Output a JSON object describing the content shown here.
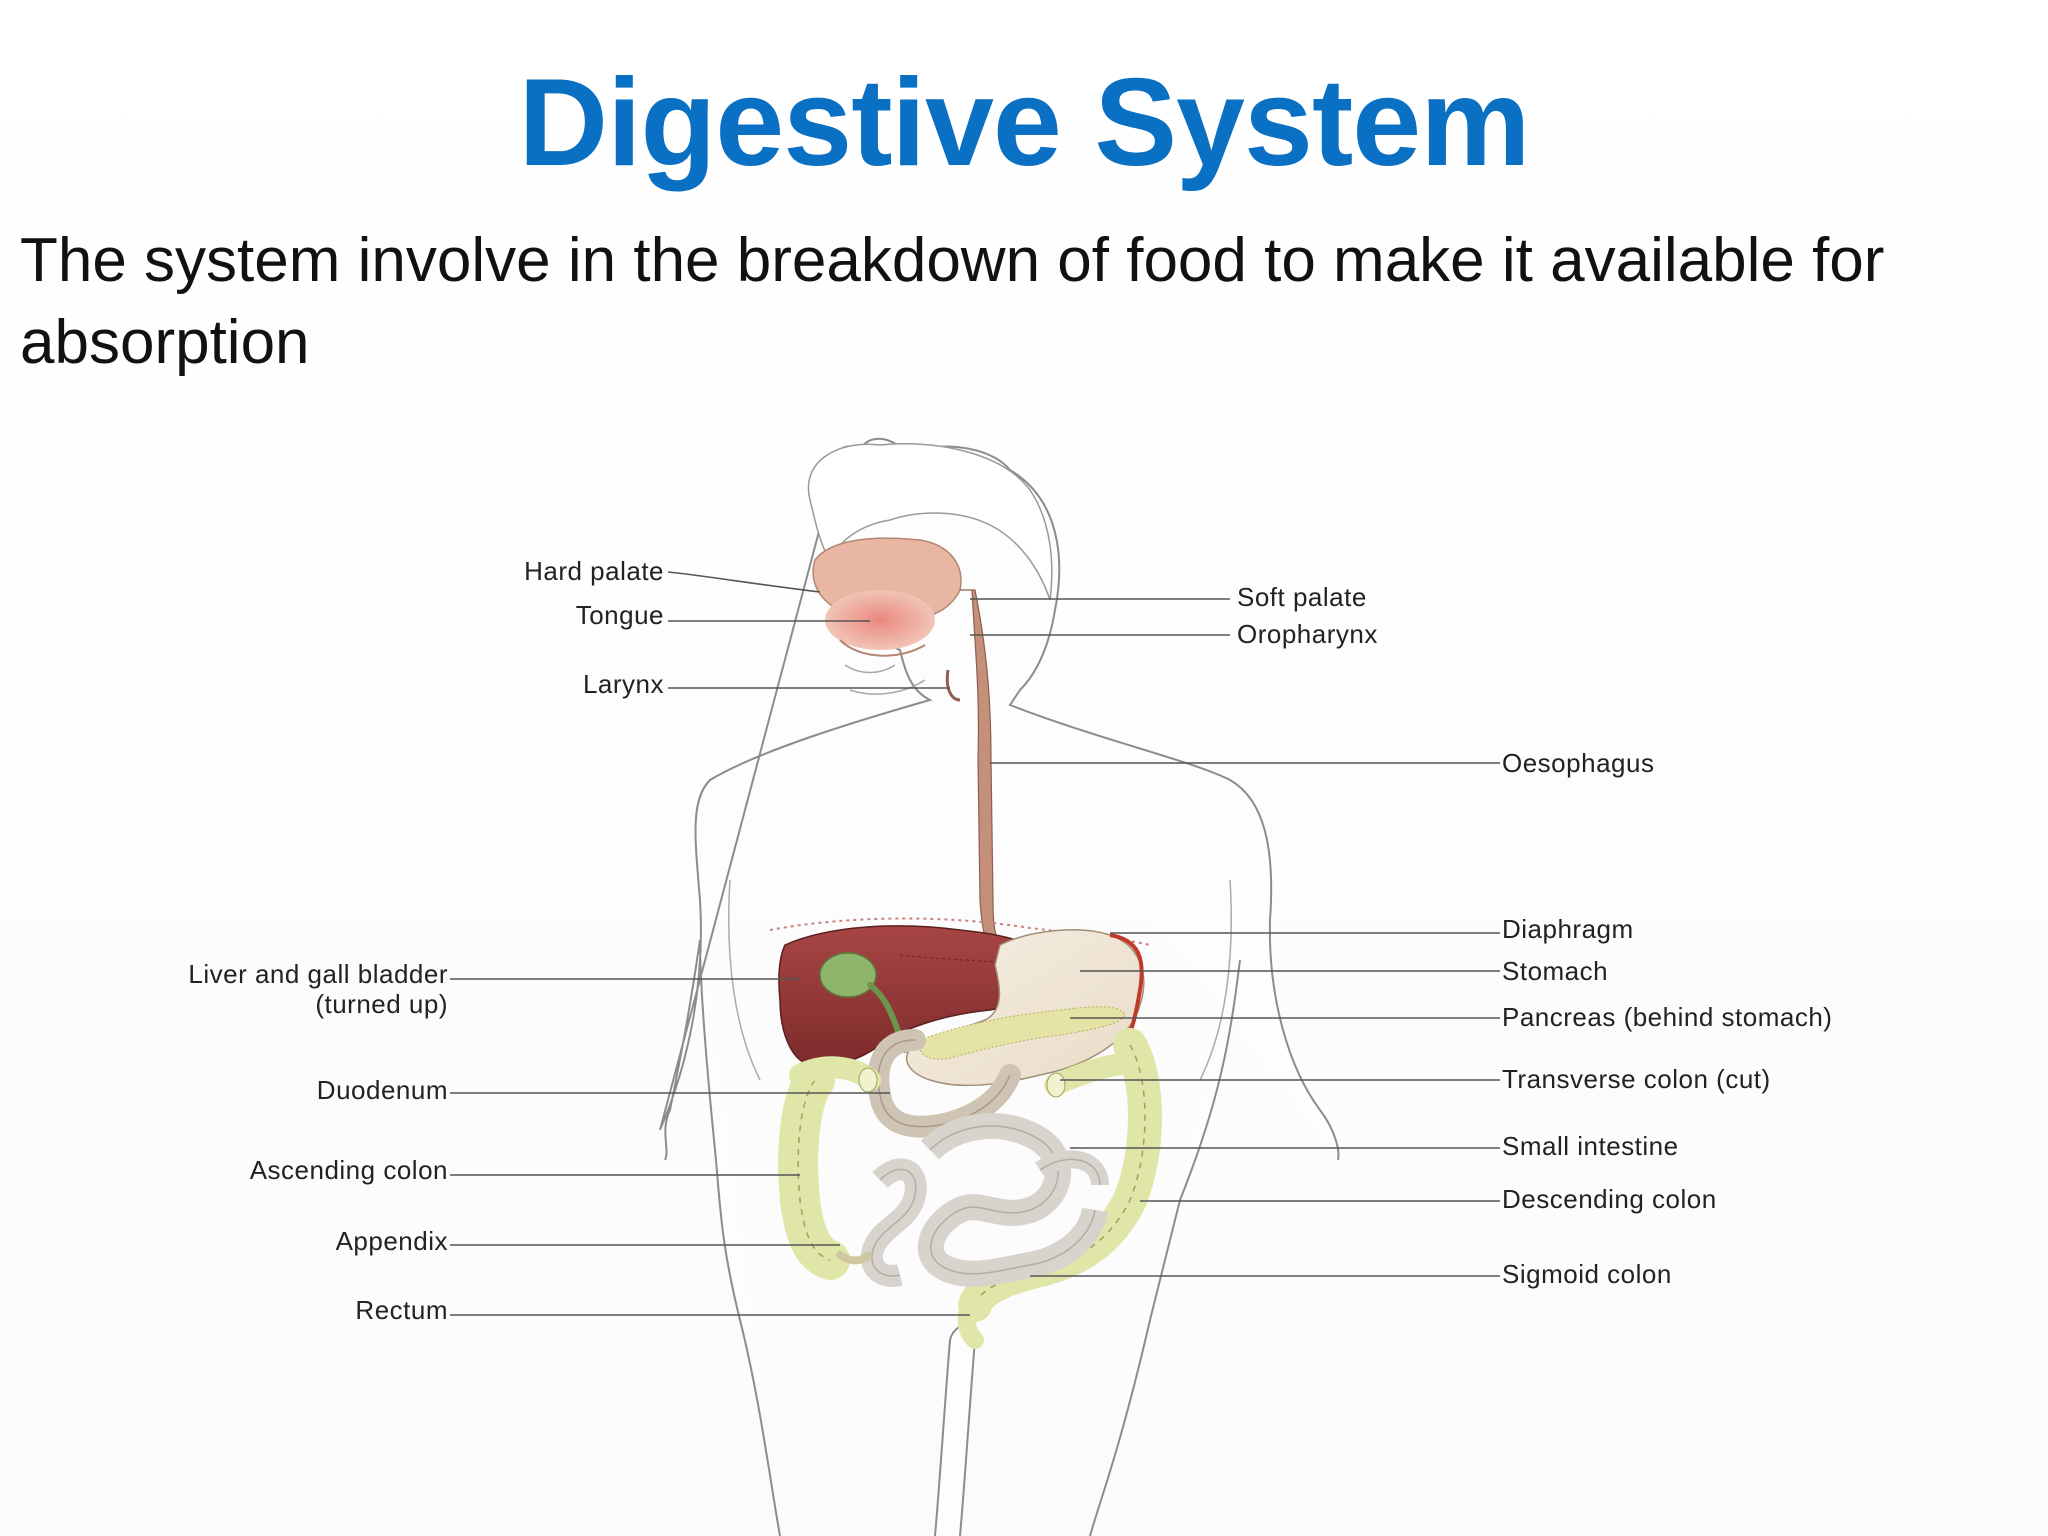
{
  "title": "Digestive System",
  "subtitle": "The system involve in the breakdown of food to make it available for absorption",
  "diagram": {
    "labels_left": {
      "hard_palate": "Hard palate",
      "tongue": "Tongue",
      "larynx": "Larynx",
      "liver_line1": "Liver and gall bladder",
      "liver_line2": "(turned up)",
      "duodenum": "Duodenum",
      "ascending_colon": "Ascending colon",
      "appendix": "Appendix",
      "rectum": "Rectum"
    },
    "labels_right": {
      "soft_palate": "Soft palate",
      "oropharynx": "Oropharynx",
      "oesophagus": "Oesophagus",
      "diaphragm": "Diaphragm",
      "stomach": "Stomach",
      "pancreas": "Pancreas (behind stomach)",
      "transverse_colon": "Transverse colon (cut)",
      "small_intestine": "Small intestine",
      "descending_colon": "Descending colon",
      "sigmoid_colon": "Sigmoid colon"
    },
    "colors": {
      "title": "#0a70c4",
      "body_outline": "#888888",
      "liver": "#9b3b3b",
      "gall_bladder": "#8fb56a",
      "stomach": "#f1e6d6",
      "pancreas": "#e6e3a6",
      "colon": "#dfe6a8",
      "small_intestine": "#dad6d2",
      "oesophagus": "#c4907a",
      "mouth": "#e8b4a2"
    }
  }
}
